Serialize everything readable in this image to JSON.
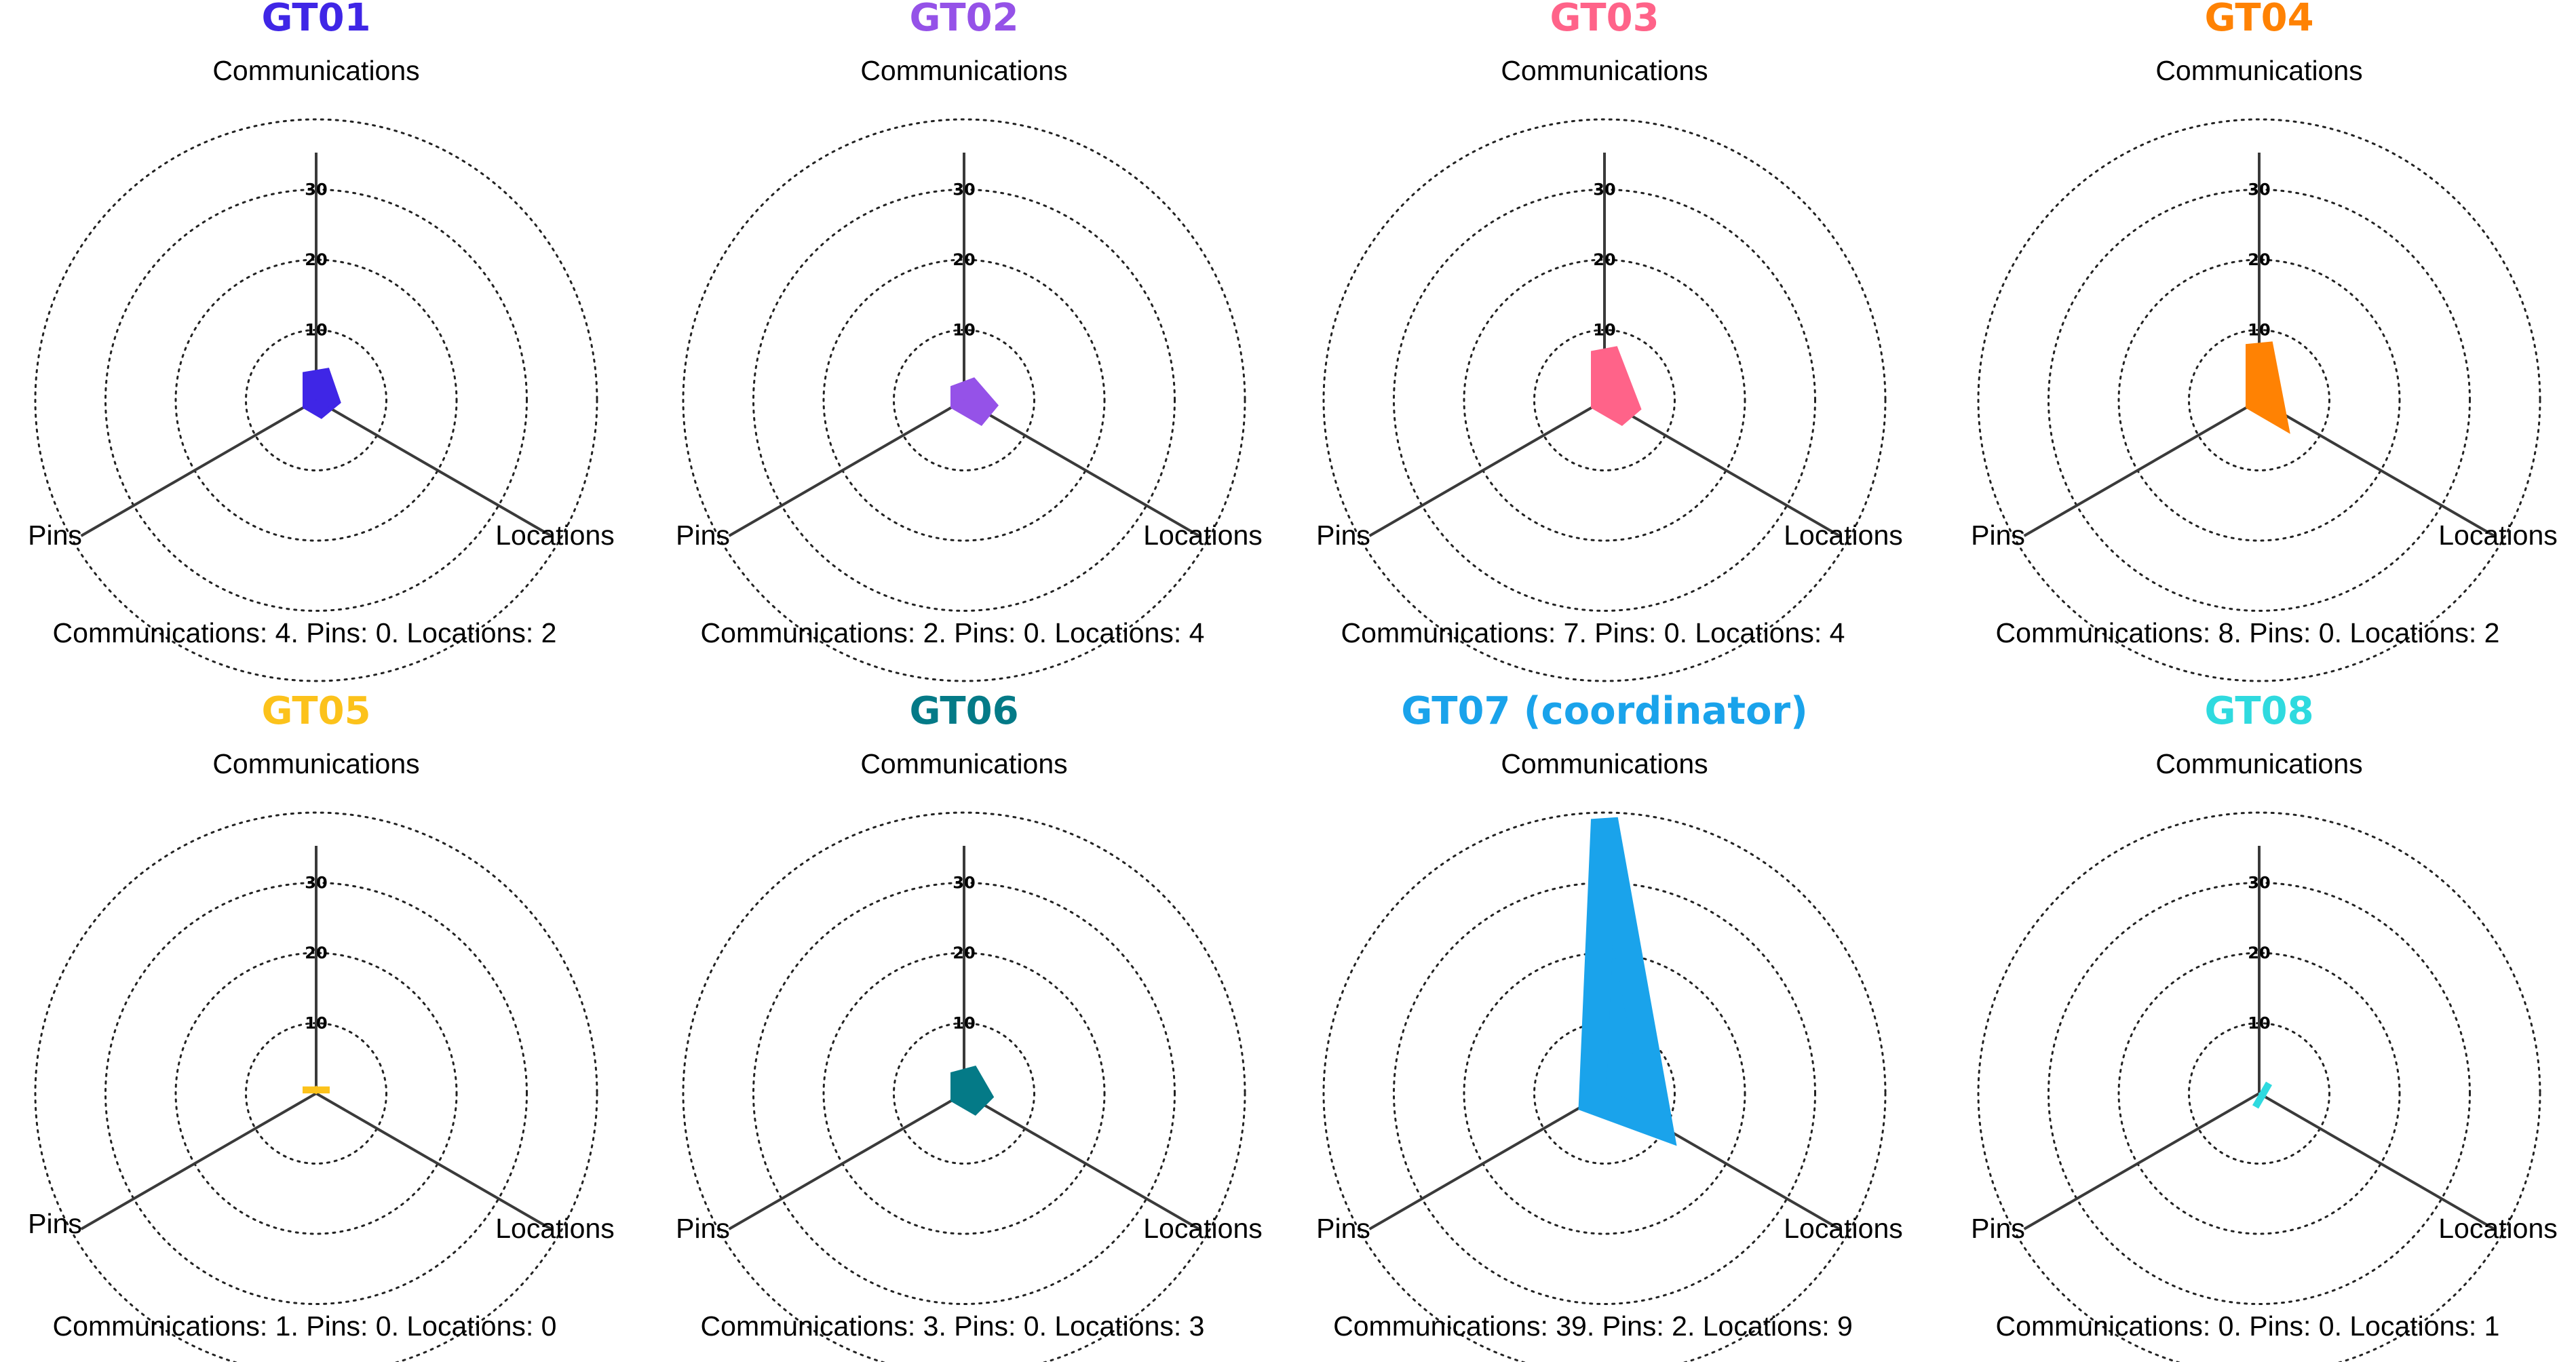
{
  "chart_data": [
    {
      "type": "radar",
      "title": "GT01",
      "color": "#3f26e6",
      "axes": [
        "Communications",
        "Pins",
        "Locations"
      ],
      "values": [
        4,
        0,
        2
      ],
      "ticks": [
        "10",
        "20",
        "30"
      ],
      "rmax": 40,
      "caption": "Communications: 4. Pins: 0. Locations: 2"
    },
    {
      "type": "radar",
      "title": "GT02",
      "color": "#9552e8",
      "axes": [
        "Communications",
        "Pins",
        "Locations"
      ],
      "values": [
        2,
        0,
        4
      ],
      "ticks": [
        "10",
        "20",
        "30"
      ],
      "rmax": 40,
      "caption": "Communications: 2. Pins: 0. Locations: 4"
    },
    {
      "type": "radar",
      "title": "GT03",
      "color": "#ff6389",
      "axes": [
        "Communications",
        "Pins",
        "Locations"
      ],
      "values": [
        7,
        0,
        4
      ],
      "ticks": [
        "10",
        "20",
        "30"
      ],
      "rmax": 40,
      "caption": "Communications: 7. Pins: 0. Locations: 4"
    },
    {
      "type": "radar",
      "title": "GT04",
      "color": "#ff8203",
      "axes": [
        "Communications",
        "Pins",
        "Locations"
      ],
      "values": [
        8,
        0,
        2
      ],
      "ticks": [
        "10",
        "20",
        "30"
      ],
      "rmax": 40,
      "caption": "Communications: 8. Pins: 0. Locations: 2"
    },
    {
      "type": "radar",
      "title": "GT05",
      "color": "#fcc21b",
      "axes": [
        "Communications",
        "Pins",
        "Locations"
      ],
      "values": [
        1,
        0,
        0
      ],
      "ticks": [
        "10",
        "20",
        "30"
      ],
      "rmax": 40,
      "caption": "Communications: 1. Pins: 0. Locations: 0"
    },
    {
      "type": "radar",
      "title": "GT06",
      "color": "#047a87",
      "axes": [
        "Communications",
        "Pins",
        "Locations"
      ],
      "values": [
        3,
        0,
        3
      ],
      "ticks": [
        "10",
        "20",
        "30"
      ],
      "rmax": 40,
      "caption": "Communications: 3. Pins: 0. Locations: 3"
    },
    {
      "type": "radar",
      "title": "GT07 (coordinator)",
      "color": "#1aa3eb",
      "axes": [
        "Communications",
        "Pins",
        "Locations"
      ],
      "values": [
        39,
        2,
        9
      ],
      "ticks": [
        "10",
        "20",
        "30"
      ],
      "rmax": 40,
      "caption": "Communications: 39. Pins: 2. Locations: 9"
    },
    {
      "type": "radar",
      "title": "GT08",
      "color": "#2fdadf",
      "axes": [
        "Communications",
        "Pins",
        "Locations"
      ],
      "values": [
        0,
        0,
        1
      ],
      "ticks": [
        "10",
        "20",
        "30"
      ],
      "rmax": 40,
      "caption": "Communications: 0. Pins: 0. Locations: 1"
    }
  ]
}
